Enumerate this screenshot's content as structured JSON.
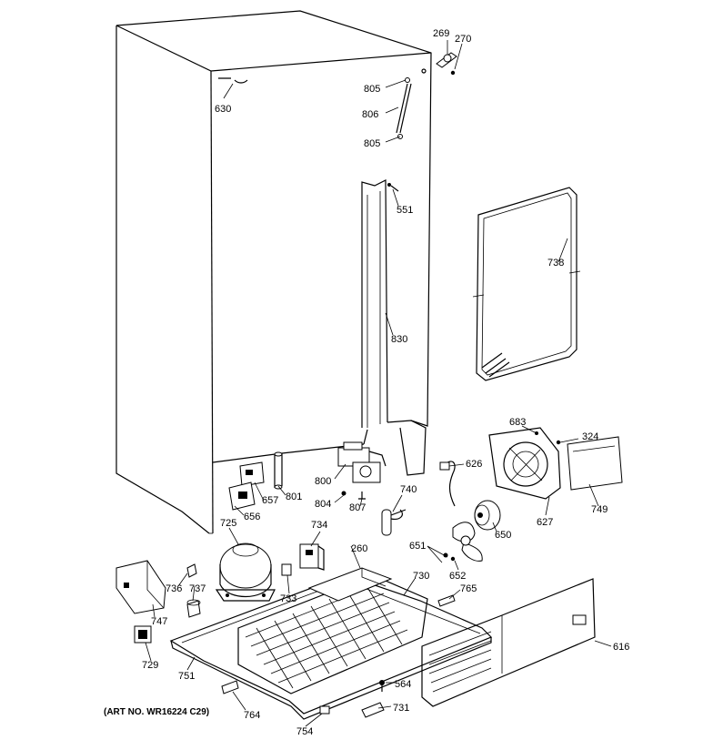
{
  "diagram": {
    "art_number": "(ART NO. WR16224 C29)",
    "callouts": {
      "c269": "269",
      "c270": "270",
      "c630": "630",
      "c805a": "805",
      "c806": "806",
      "c805b": "805",
      "c551": "551",
      "c738": "738",
      "c830": "830",
      "c683": "683",
      "c324": "324",
      "c626": "626",
      "c800": "800",
      "c801": "801",
      "c657": "657",
      "c656": "656",
      "c804": "804",
      "c807": "807",
      "c740": "740",
      "c650": "650",
      "c627": "627",
      "c749": "749",
      "c725": "725",
      "c734": "734",
      "c260": "260",
      "c651": "651",
      "c652": "652",
      "c730": "730",
      "c765": "765",
      "c736": "736",
      "c737": "737",
      "c733": "733",
      "c747": "747",
      "c729": "729",
      "c751": "751",
      "c616": "616",
      "c564": "564",
      "c731": "731",
      "c764": "764",
      "c754": "754"
    }
  }
}
